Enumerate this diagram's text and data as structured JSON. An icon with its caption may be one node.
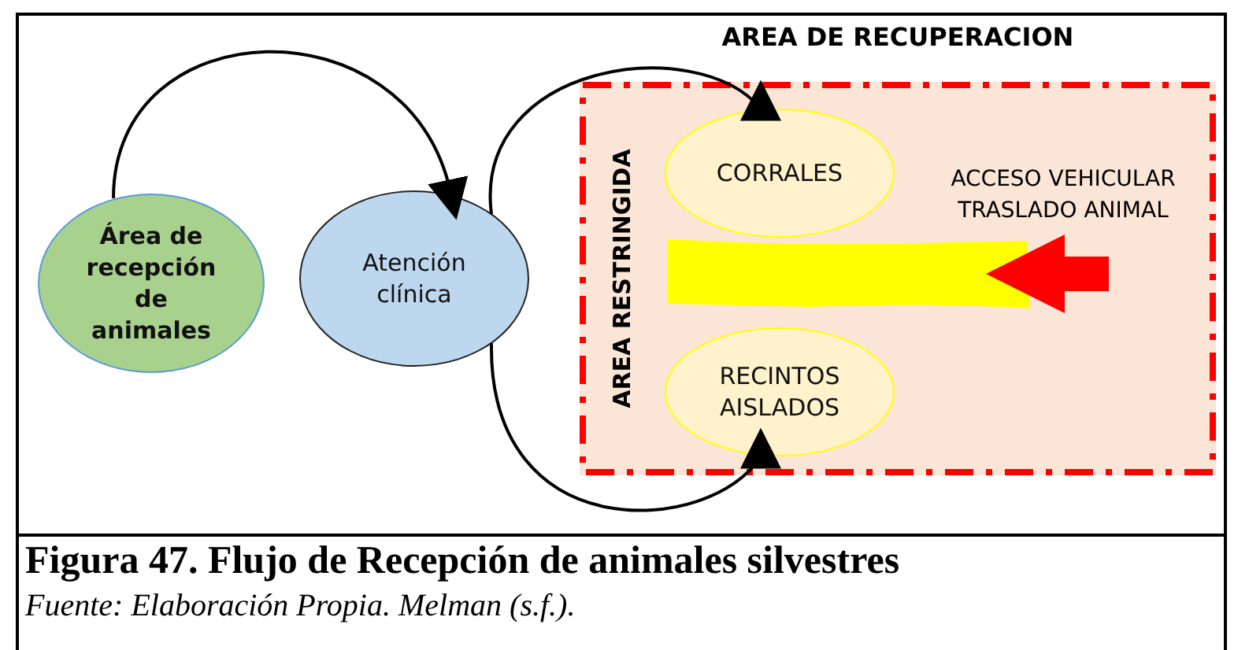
{
  "diagram": {
    "caption": "Figura 47. Flujo de Recepción de animales silvestres",
    "nodes": [
      {
        "text": [
          "Área de recepción de animales"
        ]
      },
      {
        "text": [
          "Atención clínica"
        ]
      },
      {
        "text": [
          "AREA DE RECUPERACION",
          "AREA RESTRINGIDA"
        ]
      },
      {
        "text": [
          "CORRALES"
        ],
        "in": 2
      },
      {
        "text": [
          "RECINTOS AISLADOS"
        ],
        "in": 2
      },
      {
        "text": [],
        "shape": "bar",
        "in": 2
      }
    ],
    "edges": [
      {
        "from": 0,
        "to": 1,
        "arrow": "to"
      },
      {
        "from": 1,
        "to": 3,
        "arrow": "to"
      },
      {
        "from": 1,
        "to": 4,
        "arrow": "to"
      },
      {
        "from": null,
        "to": 5,
        "arrow": "to",
        "style": "thick",
        "color": "#ff0000"
      }
    ],
    "labels": [
      "ACCESO VEHICULAR TRASLADO ANIMAL",
      "Fuente: Elaboración Propia. Melman (s.f.)."
    ]
  }
}
